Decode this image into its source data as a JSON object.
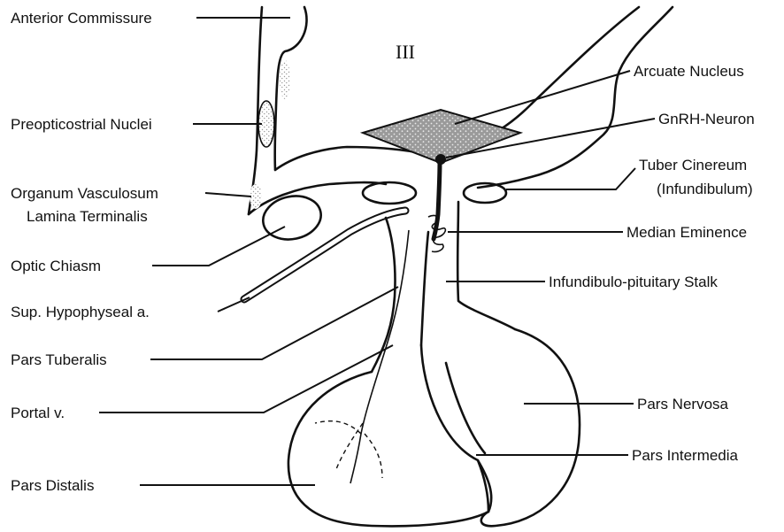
{
  "ventricle_mark": "III",
  "labels_left": {
    "anterior_commissure": "Anterior Commissure",
    "preopticostrial_nuclei": "Preopticostrial Nuclei",
    "organum_line1": "Organum Vasculosum",
    "organum_line2": "Lamina Terminalis",
    "optic_chiasm": "Optic Chiasm",
    "sup_hypophyseal": "Sup. Hypophyseal a.",
    "pars_tuberalis": "Pars Tuberalis",
    "portal_v": "Portal v.",
    "pars_distalis": "Pars Distalis"
  },
  "labels_right": {
    "arcuate_nucleus": "Arcuate Nucleus",
    "gnrh_neuron": "GnRH-Neuron",
    "tuber_line1": "Tuber Cinereum",
    "tuber_line2": "(Infundibulum)",
    "median_eminence": "Median Eminence",
    "infundibulo_stalk": "Infundibulo-pituitary Stalk",
    "pars_nervosa": "Pars Nervosa",
    "pars_intermedia": "Pars Intermedia"
  }
}
